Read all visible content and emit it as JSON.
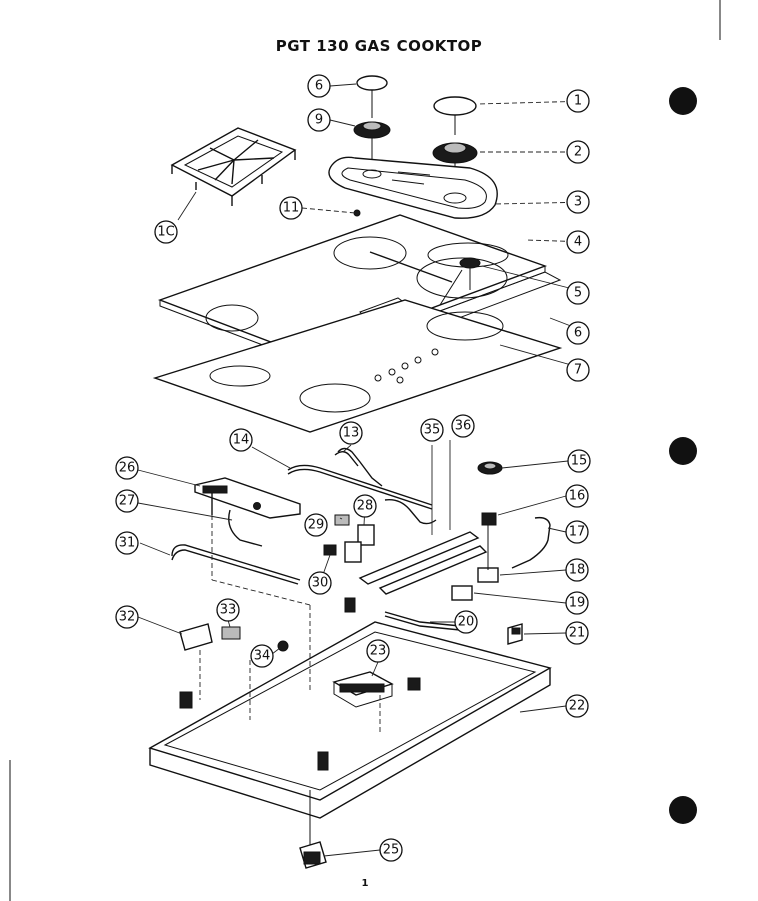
{
  "title": "PGT 130 GAS COOKTOP",
  "page_number": "1",
  "callouts": [
    "1",
    "2",
    "3",
    "4",
    "5",
    "6",
    "6",
    "7",
    "9",
    "1C",
    "11",
    "13",
    "14",
    "15",
    "16",
    "17",
    "18",
    "19",
    "20",
    "21",
    "22",
    "23",
    "25",
    "26",
    "27",
    "28",
    "29",
    "30",
    "31",
    "32",
    "33",
    "34",
    "35",
    "36"
  ]
}
